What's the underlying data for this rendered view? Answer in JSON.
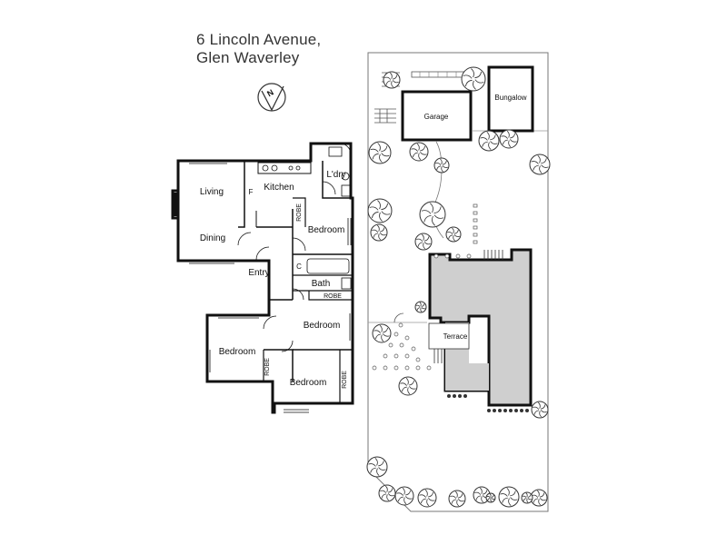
{
  "address": {
    "line1": "6 Lincoln Avenue,",
    "line2": "Glen Waverley"
  },
  "compass": {
    "letter": "N"
  },
  "house_rooms": {
    "living": "Living",
    "dining": "Dining",
    "kitchen": "Kitchen",
    "fridge": "F",
    "laundry": "L'dry",
    "bedroom_main": "Bedroom",
    "robe_main": "ROBE",
    "cupboard": "C",
    "bath": "Bath",
    "robe_bath": "ROBE",
    "entry": "Entry",
    "bedroom_middle": "Bedroom",
    "bedroom_left": "Bedroom",
    "robe_left": "ROBE",
    "bedroom_bottom": "Bedroom",
    "robe_bottom": "ROBE"
  },
  "site_plan": {
    "garage": "Garage",
    "bungalow": "Bungalow",
    "terrace": "Terrace"
  },
  "colors": {
    "wall": "#111111",
    "house_fill": "#cfcfcf",
    "line": "#555555"
  }
}
